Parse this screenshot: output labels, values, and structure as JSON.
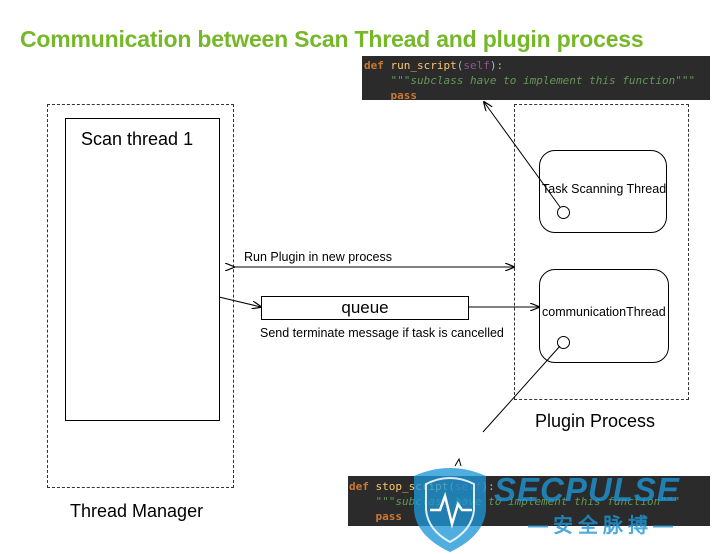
{
  "title": "Communication between Scan Thread and plugin process",
  "code_top": {
    "kw": "def",
    "fn": "run_script",
    "open": "(",
    "self": "self",
    "close": "):",
    "doc": "\"\"\"subclass have to implement this function\"\"\"",
    "pass": "pass"
  },
  "code_bottom": {
    "kw": "def",
    "fn": "stop_script",
    "open": "(",
    "self": "self",
    "close": "):",
    "doc": "\"\"\"subclass have to implement this function\"\"\"",
    "pass": "pass"
  },
  "thread_manager": {
    "label": "Thread Manager",
    "scan_thread_label": "Scan thread 1"
  },
  "plugin_process": {
    "label": "Plugin Process",
    "task_thread_label": "Task Scanning Thread",
    "comm_thread_label": "communicationThread"
  },
  "run_plugin_label": "Run Plugin in new process",
  "queue_label": "queue",
  "terminate_label": "Send terminate message if task is cancelled",
  "watermark": {
    "brand": "SECPULSE",
    "sub": "—安全脉搏—"
  },
  "colors": {
    "title": "#76b82a",
    "code_bg": "#2b2b2b",
    "watermark": "#1e96d7"
  }
}
